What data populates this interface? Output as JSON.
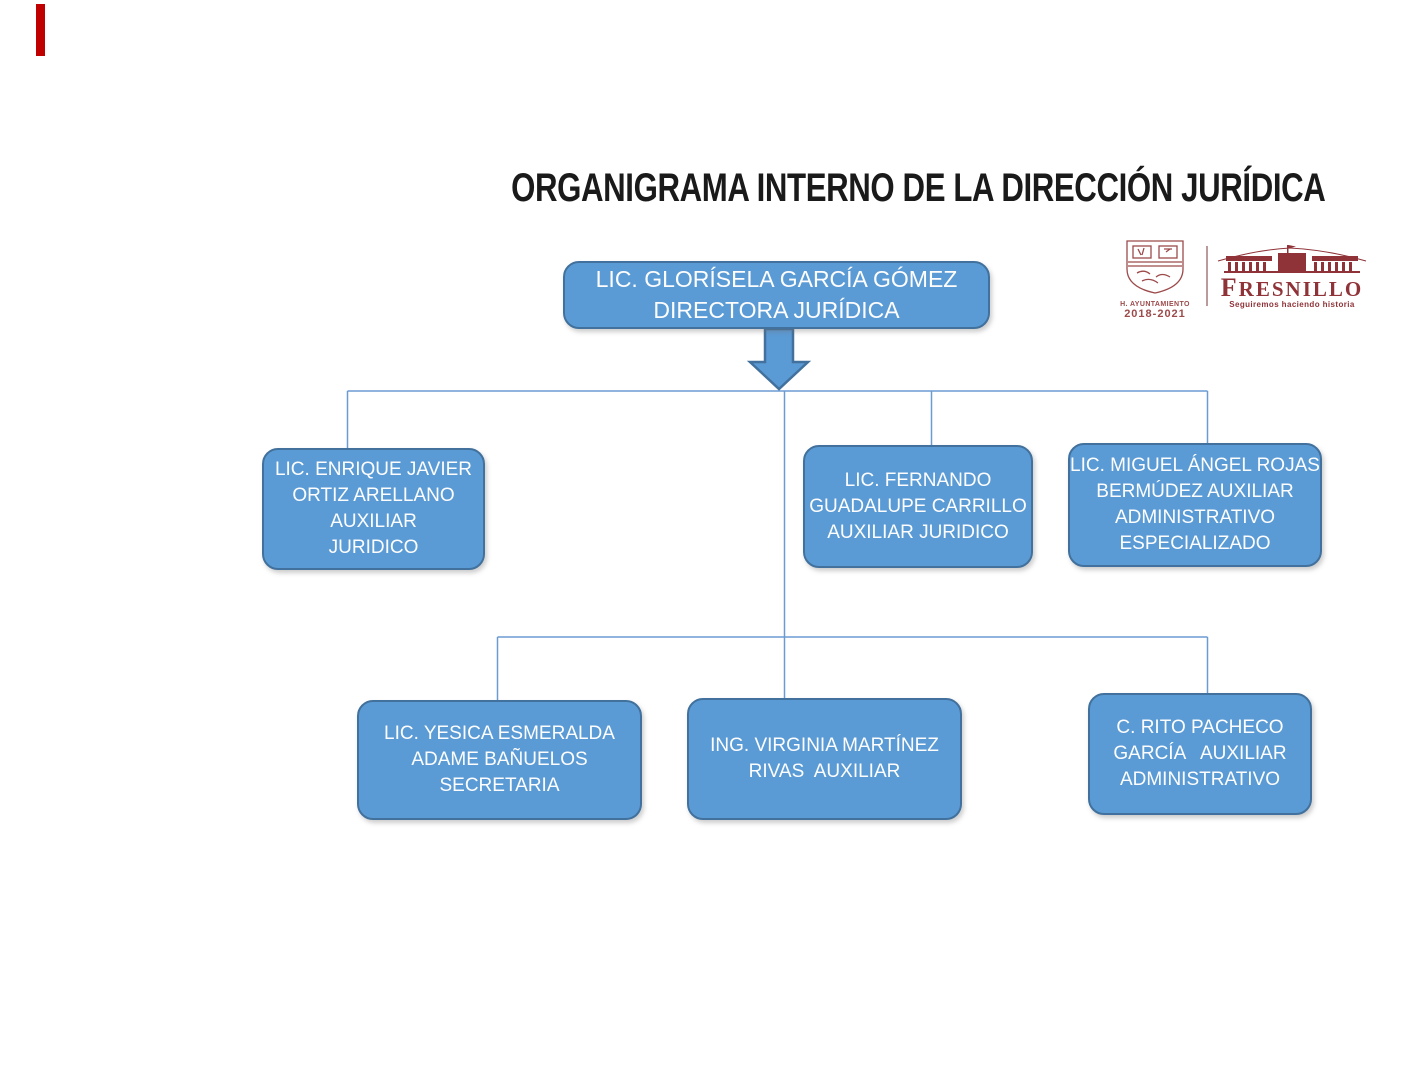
{
  "page": {
    "title": "ORGANIGRAMA INTERNO DE LA DIRECCIÓN JURÍDICA"
  },
  "org": {
    "root": {
      "role": "directora-juridica",
      "lines": [
        "LIC. GLORÍSELA GARCÍA GÓMEZ",
        "DIRECTORA JURÍDICA"
      ]
    },
    "level2": [
      {
        "role": "auxiliar-juridico-1",
        "lines": [
          "LIC. ENRIQUE JAVIER",
          "ORTIZ ARELLANO",
          "AUXILIAR",
          "JURIDICO"
        ]
      },
      {
        "role": "auxiliar-juridico-2",
        "lines": [
          "LIC. FERNANDO",
          "GUADALUPE CARRILLO",
          "AUXILIAR JURIDICO"
        ]
      },
      {
        "role": "auxiliar-administrativo-especializado",
        "lines": [
          "LIC. MIGUEL ÁNGEL ROJAS",
          "BERMÚDEZ AUXILIAR",
          "ADMINISTRATIVO",
          "ESPECIALIZADO"
        ]
      }
    ],
    "level3": [
      {
        "role": "secretaria",
        "lines": [
          "LIC. YESICA ESMERALDA",
          "ADAME BAÑUELOS",
          "SECRETARIA"
        ]
      },
      {
        "role": "auxiliar",
        "lines": [
          "ING. VIRGINIA MARTÍNEZ",
          "RIVAS  AUXILIAR"
        ]
      },
      {
        "role": "auxiliar-administrativo",
        "lines": [
          "C. RITO PACHECO",
          "GARCÍA   AUXILIAR",
          "ADMINISTRATIVO"
        ]
      }
    ]
  },
  "logos": {
    "ayuntamiento": {
      "line1": "H. AYUNTAMIENTO",
      "line2": "2018-2021"
    },
    "fresnillo": {
      "name": "FRESNILLO",
      "tagline": "Seguiremos haciendo historia"
    }
  },
  "colors": {
    "box_fill": "#5b9bd5",
    "box_border": "#41719c",
    "connector": "#6b9bd2",
    "logo_maroon": "#8f3338",
    "red_mark": "#c00000"
  }
}
